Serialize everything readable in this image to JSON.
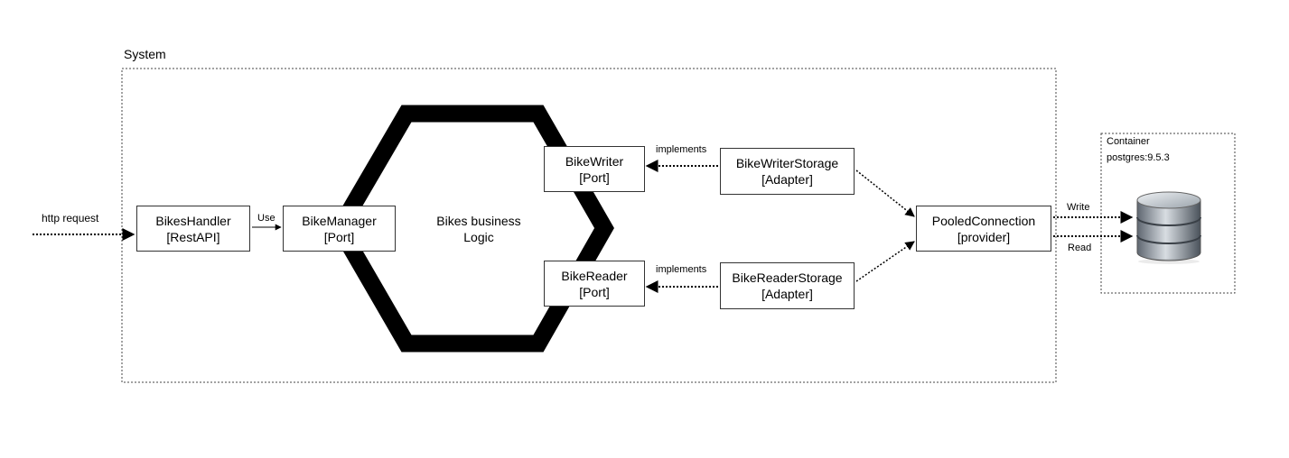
{
  "system": {
    "label": "System"
  },
  "request": {
    "label": "http request"
  },
  "edges": {
    "use": "Use",
    "implements_writer": "implements",
    "implements_reader": "implements",
    "write": "Write",
    "read": "Read"
  },
  "core": {
    "line1": "Bikes business",
    "line2": "Logic"
  },
  "nodes": {
    "bikes_handler": {
      "name": "BikesHandler",
      "type": "[RestAPI]"
    },
    "bike_manager": {
      "name": "BikeManager",
      "type": "[Port]"
    },
    "bike_writer": {
      "name": "BikeWriter",
      "type": "[Port]"
    },
    "bike_reader": {
      "name": "BikeReader",
      "type": "[Port]"
    },
    "bike_writer_storage": {
      "name": "BikeWriterStorage",
      "type": "[Adapter]"
    },
    "bike_reader_storage": {
      "name": "BikeReaderStorage",
      "type": "[Adapter]"
    },
    "pooled_connection": {
      "name": "PooledConnection",
      "type": "[provider]"
    }
  },
  "container": {
    "title": "Container",
    "image": "postgres:9.5.3"
  },
  "icons": {
    "database": "database-icon"
  }
}
